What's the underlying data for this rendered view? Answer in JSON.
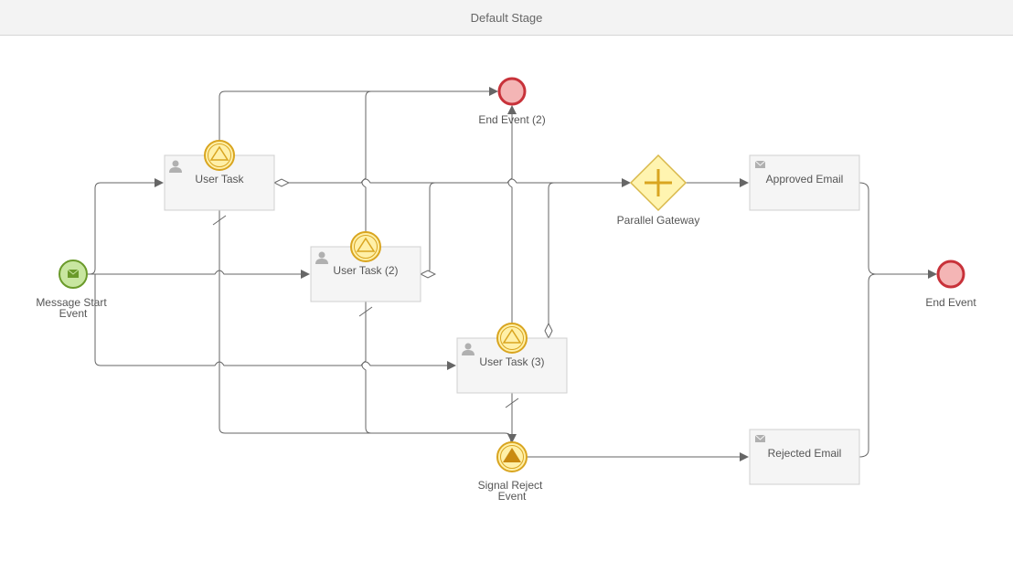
{
  "stage": {
    "title": "Default Stage"
  },
  "nodes": {
    "message_start": {
      "label_line1": "Message Start",
      "label_line2": "Event",
      "icon": "envelope-icon"
    },
    "user_task_1": {
      "label": "User Task",
      "icon": "user-icon",
      "boundary_icon": "signal-icon"
    },
    "user_task_2": {
      "label": "User Task (2)",
      "icon": "user-icon",
      "boundary_icon": "signal-icon"
    },
    "user_task_3": {
      "label": "User Task (3)",
      "icon": "user-icon",
      "boundary_icon": "signal-icon"
    },
    "end_event_2": {
      "label": "End Event (2)"
    },
    "parallel_gateway": {
      "label": "Parallel Gateway",
      "icon": "plus-icon"
    },
    "approved_email": {
      "label": "Approved Email",
      "icon": "envelope-icon"
    },
    "rejected_email": {
      "label": "Rejected Email",
      "icon": "envelope-icon"
    },
    "end_event": {
      "label": "End Event"
    },
    "signal_reject": {
      "label_line1": "Signal Reject",
      "label_line2": "Event",
      "icon": "signal-icon"
    }
  },
  "colors": {
    "connector": "#666666",
    "task_fill": "#f5f5f5",
    "task_border": "#d0d0d0",
    "start_fill": "#c8e6a0",
    "start_stroke": "#6a9a2a",
    "end_fill": "#f4b5b5",
    "end_stroke": "#c8323a",
    "signal_fill": "#fff0a8",
    "signal_stroke": "#d9a520",
    "gateway_fill": "#fff4b0",
    "gateway_stroke": "#d9b84a"
  }
}
